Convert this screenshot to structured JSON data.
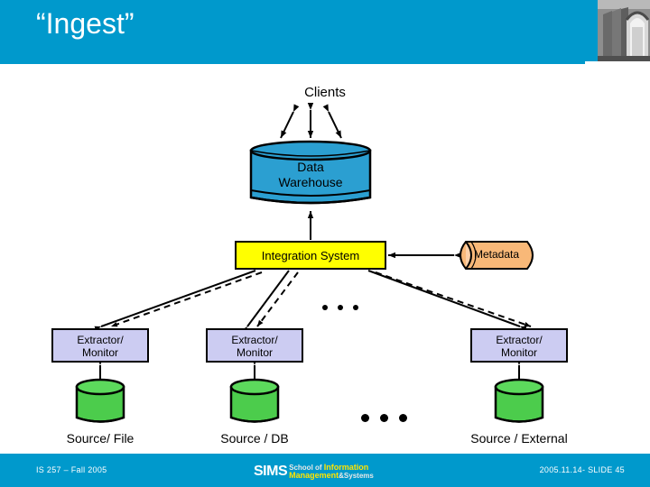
{
  "header": {
    "title": "“Ingest”",
    "photo_alt": "building-facade-photo",
    "bg_color": "#0099cc"
  },
  "diagram": {
    "clients_label": "Clients",
    "data_warehouse": {
      "label": "Data\nWarehouse",
      "line1": "Data",
      "line2": "Warehouse",
      "color": "#2b9fd1"
    },
    "integration_system": {
      "label": "Integration System",
      "color": "#ffff00"
    },
    "metadata": {
      "label": "Metadata",
      "color": "#f8b878"
    },
    "extractors": [
      {
        "line1": "Extractor/",
        "line2": "Monitor",
        "color": "#ccccf2"
      },
      {
        "line1": "Extractor/",
        "line2": "Monitor",
        "color": "#ccccf2"
      },
      {
        "line1": "Extractor/",
        "line2": "Monitor",
        "color": "#ccccf2"
      }
    ],
    "sources": [
      {
        "label": "Source/ File",
        "color": "#4ccc4c"
      },
      {
        "label": "Source / DB",
        "color": "#4ccc4c"
      },
      {
        "label": "Source / External",
        "color": "#4ccc4c"
      }
    ],
    "ellipsis_mid": "...",
    "ellipsis_low": "..."
  },
  "footer": {
    "left": "IS 257 – Fall 2005",
    "right": "2005.11.14- SLIDE 45",
    "logo_mark": "SIMS",
    "logo_line1_small": "School of ",
    "logo_line1_big": "Information",
    "logo_line2_big": "Management",
    "logo_line2_small": "&Systems",
    "bg_color": "#0099cc"
  }
}
